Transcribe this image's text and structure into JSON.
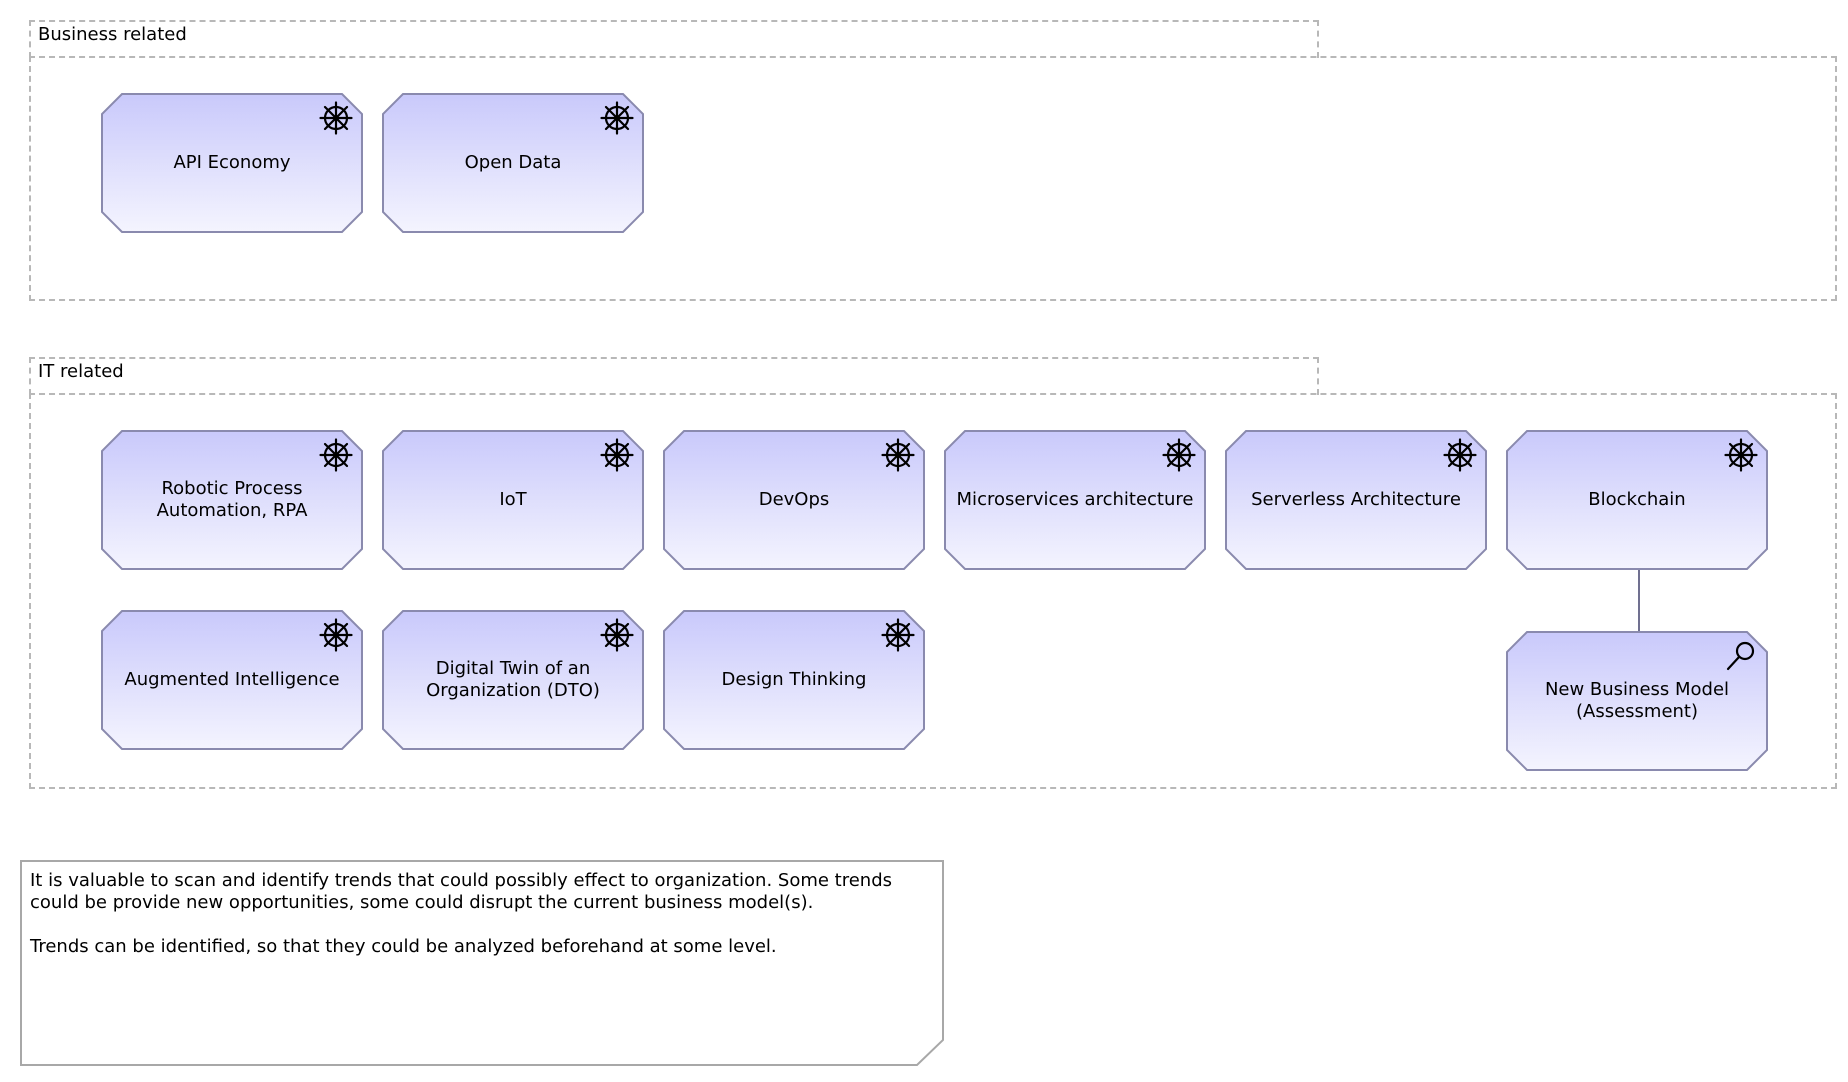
{
  "groups": {
    "business": {
      "label": "Business related"
    },
    "it": {
      "label": "IT related"
    }
  },
  "business_nodes": [
    {
      "label": "API Economy",
      "icon": "driver-icon"
    },
    {
      "label": "Open Data",
      "icon": "driver-icon"
    }
  ],
  "it_nodes": [
    {
      "label": "Robotic Process Automation, RPA",
      "icon": "driver-icon"
    },
    {
      "label": "IoT",
      "icon": "driver-icon"
    },
    {
      "label": "DevOps",
      "icon": "driver-icon"
    },
    {
      "label": "Microservices architecture",
      "icon": "driver-icon"
    },
    {
      "label": "Serverless Architecture",
      "icon": "driver-icon"
    },
    {
      "label": "Blockchain",
      "icon": "driver-icon"
    },
    {
      "label": "Augmented Intelligence",
      "icon": "driver-icon"
    },
    {
      "label": "Digital Twin of an Organization (DTO)",
      "icon": "driver-icon"
    },
    {
      "label": "Design Thinking",
      "icon": "driver-icon"
    },
    {
      "label": "New Business Model (Assessment)",
      "icon": "assessment-icon"
    }
  ],
  "note": {
    "paragraphs": [
      "It is valuable to scan and identify trends that could possibly effect to organization. Some trends could be provide new opportunities, some could disrupt the current business model(s).",
      "Trends can be identified, so that they could be analyzed beforehand at some level."
    ]
  },
  "colors": {
    "node_top": "#c9c9fb",
    "node_bottom": "#f4f4fe",
    "node_border": "#8a8aae",
    "group_border": "#b8b8b8",
    "note_border": "#a8a8a8"
  }
}
